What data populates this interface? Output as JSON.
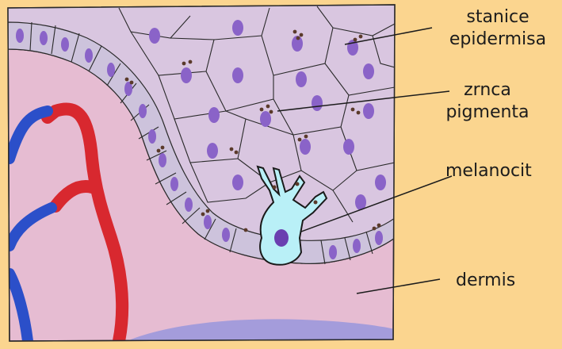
{
  "labels": {
    "epidermis_cells": [
      "stanice",
      "epidermisa"
    ],
    "pigment_granules": [
      "zrnca",
      "pigmenta"
    ],
    "melanocyte": "melanocit",
    "dermis": "dermis"
  },
  "colors": {
    "background": "#fbd58f",
    "epidermis": "#d9c6e0",
    "dermis": "#e6bcd2",
    "basal_layer": "#cdc3dc",
    "nucleus": "#8a63c8",
    "melanocyte": "#b9f0f7",
    "artery": "#d8282f",
    "vein": "#2b4fc9",
    "pigment": "#5a3a2a"
  }
}
